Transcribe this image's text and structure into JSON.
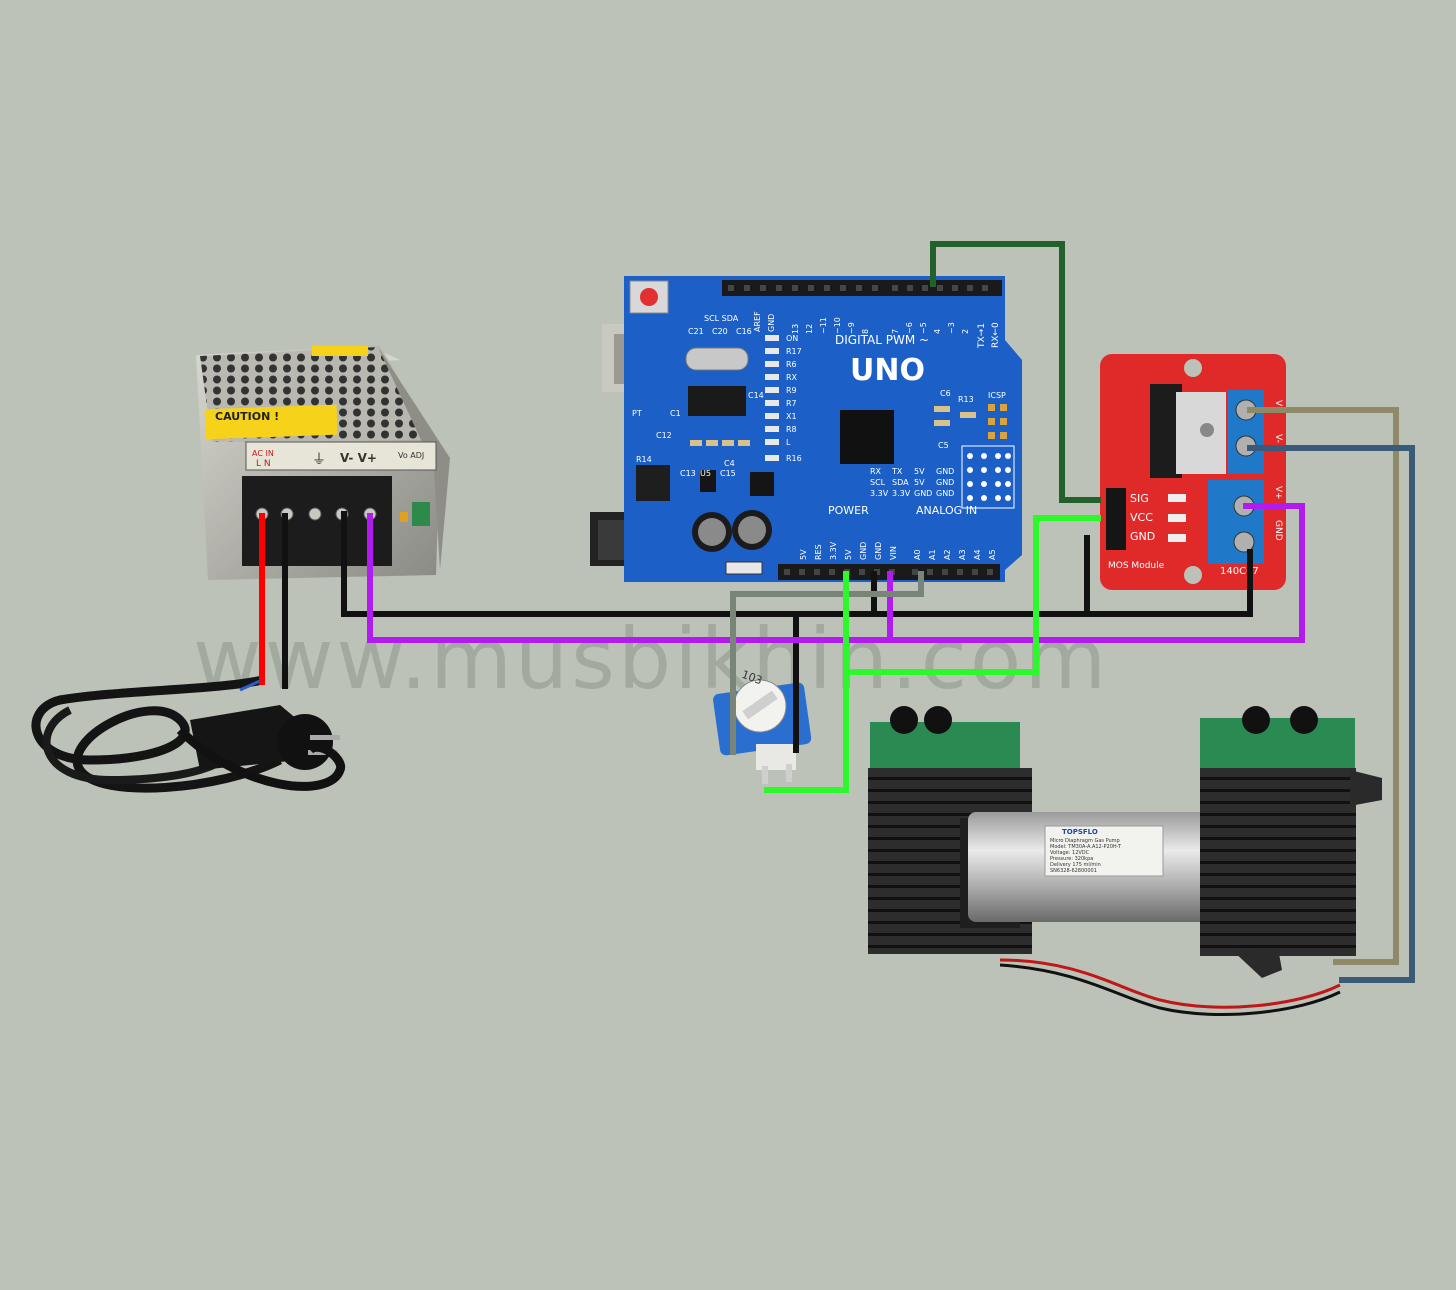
{
  "watermark": "www.musbikhin.com",
  "power_supply": {
    "caution": "CAUTION !",
    "sticker": "AC IN",
    "terminals": "L N",
    "ground_symbol": "⏚",
    "outputs": "V- V+",
    "adj": "Vo ADJ"
  },
  "arduino": {
    "name": "UNO",
    "digital_header": "DIGITAL PWM ~",
    "tx_label": "TX→1",
    "rx_label": "RX←0",
    "scl_sda": "SCL SDA",
    "aref": "AREF",
    "gnd": "GND",
    "digital_pins": [
      "13",
      "12",
      "~11",
      "~10",
      "~9",
      "8",
      "7",
      "~6",
      "~5",
      "4",
      "~3",
      "2"
    ],
    "led_labels": [
      "ON",
      "R17",
      "R6",
      "RX",
      "R9",
      "R7",
      "X1",
      "R8",
      "L",
      "R16"
    ],
    "parts": [
      "C21",
      "C20",
      "C16",
      "PT",
      "C1",
      "R14",
      "C12",
      "C4",
      "C13",
      "U5",
      "C15",
      "C14",
      "C6",
      "R13",
      "C5",
      "ICSP"
    ],
    "power_header": "POWER",
    "analog_header": "ANALOG IN",
    "power_pins": [
      "5V",
      "RES",
      "3.3V",
      "5V",
      "GND",
      "GND",
      "VIN"
    ],
    "analog_pins": [
      "A0",
      "A1",
      "A2",
      "A3",
      "A4",
      "A5"
    ],
    "i2c_block": [
      "RX",
      "TX",
      "5V",
      "GND",
      "SCL",
      "SDA",
      "5V",
      "GND",
      "3.3V",
      "3.3V",
      "GND",
      "GND"
    ]
  },
  "mosfet": {
    "pins": [
      "SIG",
      "VCC",
      "GND"
    ],
    "title": "MOS Module",
    "code": "140C07",
    "out_labels": [
      "V+",
      "V-"
    ],
    "in_labels": [
      "V+",
      "GND"
    ]
  },
  "potentiometer": {
    "code": "103"
  },
  "pump": {
    "brand": "TOPSFLO",
    "lines": [
      "Micro Diaphragm Gas Pump",
      "Model: TM30A-A.A12-P20H-T",
      "Voltage: 12VDC",
      "Pressure: 320kpa",
      "Delivery 175 ml/min",
      "SN6328-62800001"
    ]
  },
  "colors": {
    "background": "#bcc2b8",
    "wire_red": "#ff0000",
    "wire_black": "#111111",
    "wire_purple": "#b21bf0",
    "wire_green_dark": "#22612b",
    "wire_green_light": "#2cf82c",
    "wire_gray": "#7a857a",
    "wire_khaki": "#8e8966",
    "wire_blue": "#3a5a78",
    "board_blue": "#1b5fc7",
    "mos_red": "#e02a2a"
  }
}
